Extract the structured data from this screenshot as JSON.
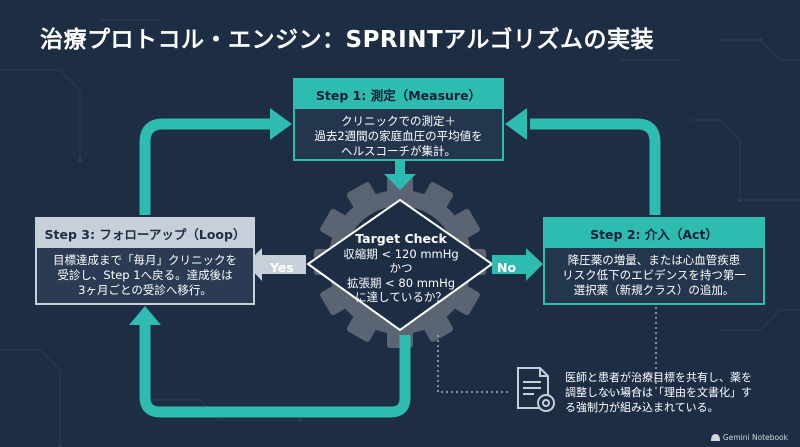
{
  "title": "治療プロトコル・エンジン：SPRINTアルゴリズムの実装",
  "step1": {
    "heading": "Step 1: 測定（Measure）",
    "body": "クリニックでの測定＋\n過去2週間の家庭血圧の平均値を\nヘルスコーチが集計。"
  },
  "step2": {
    "heading": "Step 2: 介入（Act）",
    "body": "降圧薬の増量、または心血管疾患\nリスク低下のエビデンスを持つ第一\n選択薬（新規クラス）の追加。"
  },
  "step3": {
    "heading": "Step 3: フォローアップ（Loop）",
    "body": "目標達成まで「毎月」クリニックを\n受診し、Step 1へ戻る。達成後は\n3ヶ月ごとの受診へ移行。"
  },
  "target_check": {
    "title": "Target Check",
    "body": "収縮期 < 120 mmHg\nかつ\n拡張期 < 80 mmHg\nに達しているか？"
  },
  "labels": {
    "yes": "Yes",
    "no": "No"
  },
  "note": "医師と患者が治療目標を共有し、薬を\n調整しない場合は「理由を文書化」す\nる強制力が組み込まれている。",
  "footer": "Gemini Notebook",
  "colors": {
    "background": "#1c2d44",
    "accent": "#2fbcb0",
    "gear": "#5b6472",
    "loop_border": "#c7cfd8"
  }
}
